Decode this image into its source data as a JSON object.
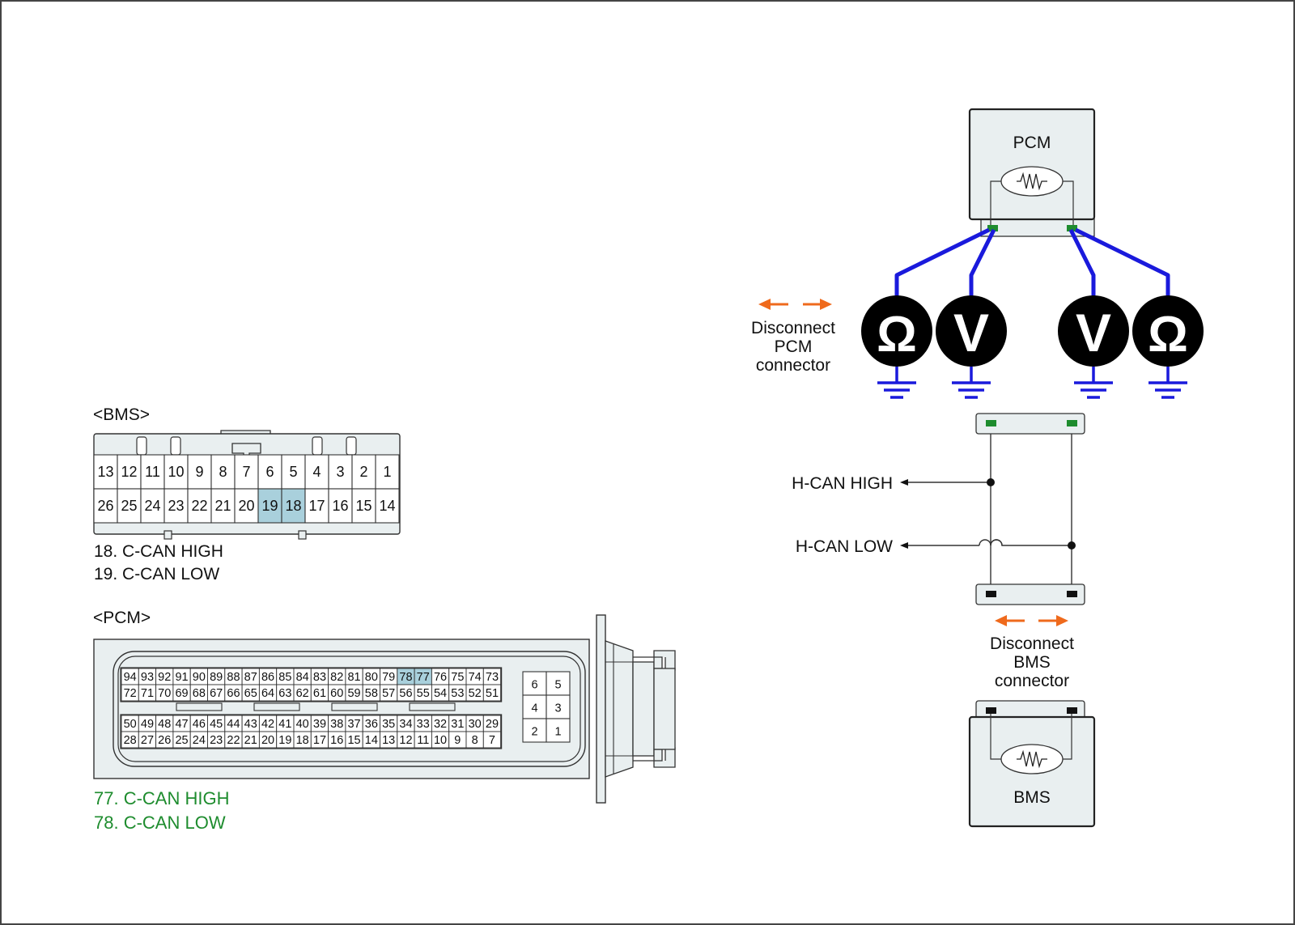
{
  "bms_connector": {
    "title": "<BMS>",
    "top_row": [
      "13",
      "12",
      "11",
      "10",
      "9",
      "8",
      "7",
      "6",
      "5",
      "4",
      "3",
      "2",
      "1"
    ],
    "bottom_row": [
      "26",
      "25",
      "24",
      "23",
      "22",
      "21",
      "20",
      "19",
      "18",
      "17",
      "16",
      "15",
      "14"
    ],
    "highlighted_pins": [
      "18",
      "19"
    ],
    "pin_labels": [
      "18. C-CAN HIGH",
      "19. C-CAN LOW"
    ]
  },
  "pcm_connector": {
    "title": "<PCM>",
    "row1": [
      "94",
      "93",
      "92",
      "91",
      "90",
      "89",
      "88",
      "87",
      "86",
      "85",
      "84",
      "83",
      "82",
      "81",
      "80",
      "79",
      "78",
      "77",
      "76",
      "75",
      "74",
      "73"
    ],
    "row2": [
      "72",
      "71",
      "70",
      "69",
      "68",
      "67",
      "66",
      "65",
      "64",
      "63",
      "62",
      "61",
      "60",
      "59",
      "58",
      "57",
      "56",
      "55",
      "54",
      "53",
      "52",
      "51"
    ],
    "row3": [
      "50",
      "49",
      "48",
      "47",
      "46",
      "45",
      "44",
      "43",
      "42",
      "41",
      "40",
      "39",
      "38",
      "37",
      "36",
      "35",
      "34",
      "33",
      "32",
      "31",
      "30",
      "29"
    ],
    "row4": [
      "28",
      "27",
      "26",
      "25",
      "24",
      "23",
      "22",
      "21",
      "20",
      "19",
      "18",
      "17",
      "16",
      "15",
      "14",
      "13",
      "12",
      "11",
      "10",
      "9",
      "8",
      "7"
    ],
    "small_block": [
      [
        "6",
        "5"
      ],
      [
        "4",
        "3"
      ],
      [
        "2",
        "1"
      ]
    ],
    "highlighted_pins": [
      "77",
      "78"
    ],
    "pin_labels": [
      "77. C-CAN HIGH",
      "78. C-CAN LOW"
    ]
  },
  "circuit": {
    "pcm_box_label": "PCM",
    "bms_box_label": "BMS",
    "meters": [
      "Ω",
      "V",
      "V",
      "Ω"
    ],
    "disconnect_pcm": [
      "Disconnect",
      "PCM",
      "connector"
    ],
    "disconnect_bms": [
      "Disconnect",
      "BMS",
      "connector"
    ],
    "signal_high": "H-CAN HIGH",
    "signal_low": "H-CAN LOW"
  },
  "colors": {
    "highlight": "#a9d0dc",
    "wire_blue": "#1a1adc",
    "arrow_orange": "#ef6a1c",
    "pin_green": "#1e8c2e",
    "label_green": "#1e8c2e",
    "box_fill": "#e9eff0"
  }
}
